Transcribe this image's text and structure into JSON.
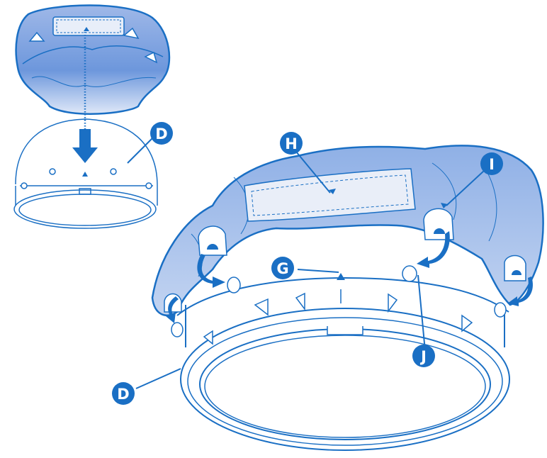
{
  "colors": {
    "primary": "#1a6fc4",
    "fabric_light": "#b4c6ec",
    "fabric_dark": "#5b8ad8",
    "outline": "#1a6fc4",
    "background": "#ffffff"
  },
  "callouts": {
    "d_small": "D",
    "h": "H",
    "i": "I",
    "g": "G",
    "j": "J",
    "d_large": "D"
  },
  "icons": {
    "down_arrow": "arrow-down-icon",
    "curved_arrows": "curved-arrow-icon"
  }
}
